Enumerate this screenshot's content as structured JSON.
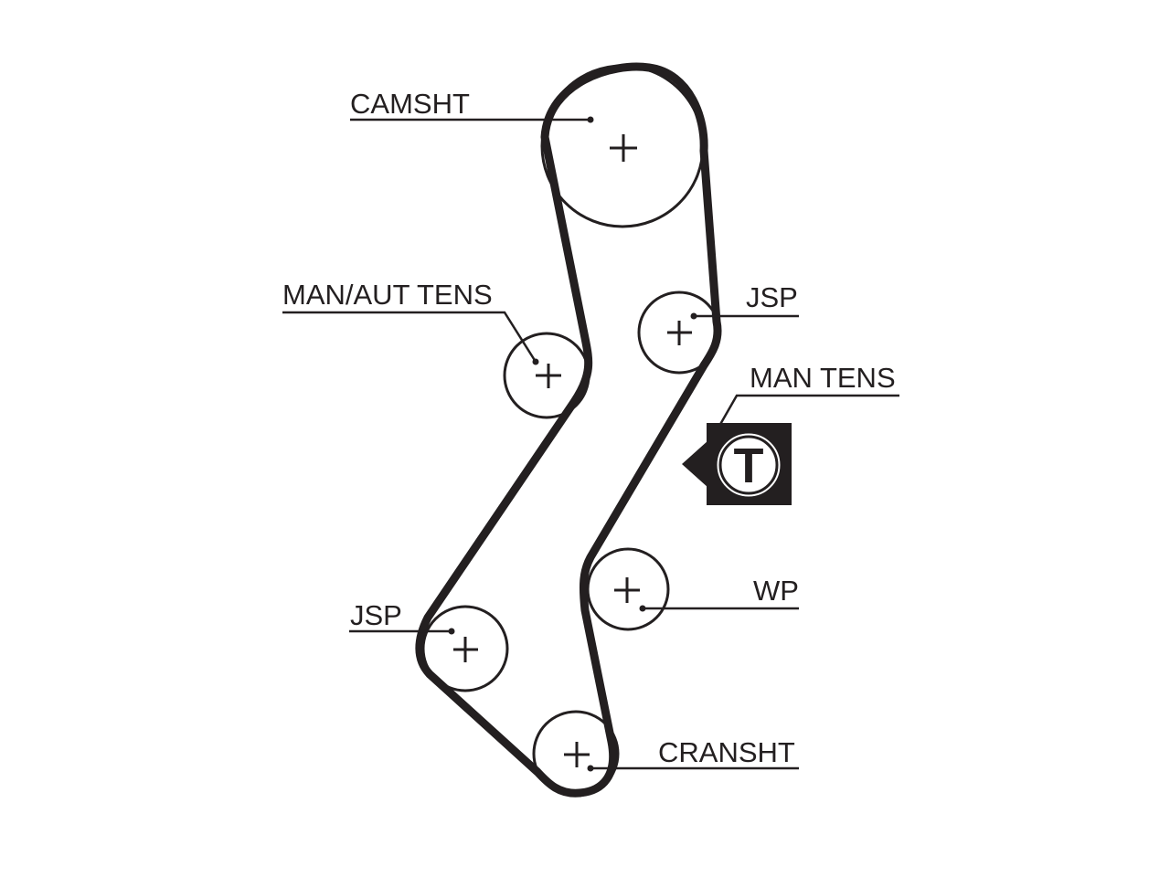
{
  "diagram": {
    "labels": {
      "camshaft": "CAMSHT",
      "man_aut_tensioner": "MAN/AUT TENS",
      "idler_upper": "JSP",
      "man_tensioner": "MAN TENS",
      "water_pump": "WP",
      "idler_lower": "JSP",
      "crankshaft": "CRANSHT"
    },
    "tension_marker_letter": "T"
  }
}
